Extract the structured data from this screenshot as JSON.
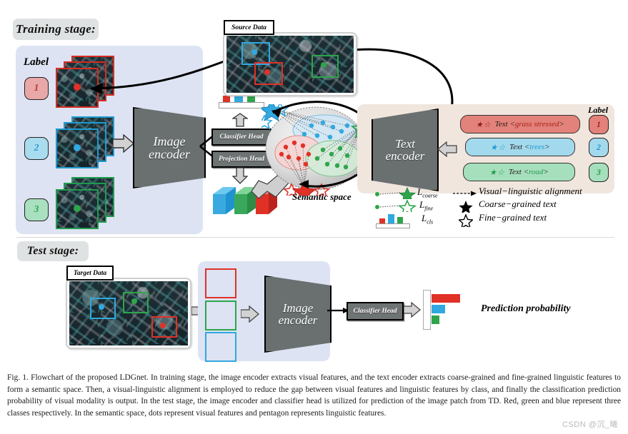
{
  "figure": {
    "training_stage_label": "Training stage:",
    "test_stage_label": "Test stage:",
    "source_data_label": "Source Data",
    "target_data_label": "Target Data",
    "semantic_space_label": "Semantic space",
    "prediction_probability_label": "Prediction probability"
  },
  "encoders": {
    "image_encoder_line1": "Image",
    "image_encoder_line2": "encoder",
    "text_encoder_line1": "Text",
    "text_encoder_line2": "encoder",
    "image_encoder_test_line1": "Image",
    "image_encoder_test_line2": "encoder"
  },
  "heads": {
    "classifier_head": "Classifier Head",
    "projection_head": "Projection Head",
    "classifier_head_test": "Classifier Head"
  },
  "labels": {
    "header": "Label",
    "header_right": "Label",
    "items": [
      {
        "value": "1",
        "fill": "#e8a8a8",
        "text_color": "#c23b2e"
      },
      {
        "value": "2",
        "fill": "#a9dcee",
        "text_color": "#2e9fd6"
      },
      {
        "value": "3",
        "fill": "#a9e0bf",
        "text_color": "#2fa85c"
      }
    ]
  },
  "text_prompts": [
    {
      "stars": "★☆",
      "prefix": "Text <",
      "value": "grass stressed",
      "suffix": ">",
      "fill": "#e2827a",
      "accent": "#a8201a",
      "label": "1"
    },
    {
      "stars": "★☆",
      "prefix": "Text <",
      "value": "trees",
      "suffix": ">",
      "fill": "#a3d9ec",
      "accent": "#1f9ad0",
      "label": "2"
    },
    {
      "stars": "★☆",
      "prefix": "Text <",
      "value": "road",
      "suffix": ">",
      "fill": "#a6dfbc",
      "accent": "#1f9b4e",
      "label": "3"
    }
  ],
  "legend": {
    "left_items": [
      {
        "icon": "dot-dashed-filled-star-icon",
        "label": "L",
        "sub": "coarse"
      },
      {
        "icon": "dot-dashed-hollow-star-icon",
        "label": "L",
        "sub": "fine"
      },
      {
        "icon": "bar-chart-icon",
        "label": "L",
        "sub": "cls"
      }
    ],
    "right_items": [
      {
        "icon": "dashed-arrow-icon",
        "label": "Visual−linguistic alignment"
      },
      {
        "icon": "filled-star-icon",
        "label": "Coarse−grained text"
      },
      {
        "icon": "hollow-star-icon",
        "label": "Fine−grained text"
      }
    ]
  },
  "colors": {
    "class_red": "#e03127",
    "class_blue": "#31a8e0",
    "class_green": "#2ea54b",
    "panel_blue": "#dde3f2",
    "panel_beige": "#f0e6de",
    "encoder_gray": "#6a7070",
    "stage_tag_gray": "#dfe2e2"
  },
  "chart_data": {
    "type": "bar",
    "title": "Prediction probability",
    "categories": [
      "class 1 (red)",
      "class 2 (blue)",
      "class 3 (green)"
    ],
    "values": [
      0.62,
      0.27,
      0.13
    ],
    "orientation": "horizontal",
    "colors": [
      "#e03127",
      "#31a8e0",
      "#2ea54b"
    ]
  },
  "cls_mini_chart": {
    "type": "bar",
    "categories": [
      "red",
      "blue",
      "green"
    ],
    "values": [
      0.35,
      1.0,
      0.6
    ],
    "colors": [
      "#e03127",
      "#31a8e0",
      "#2ea54b"
    ]
  },
  "caption": {
    "text": "Fig. 1.   Flowchart of the proposed LDGnet. In training stage, the image encoder extracts visual features, and the text encoder extracts coarse-grained and fine-grained linguistic features to form a semantic space. Then, a visual-linguistic alignment is employed to reduce the gap between visual features and linguistic features by class, and finally the classification prediction probability of visual modality is output. In the test stage, the image encoder and classifier head is utilized for prediction of the image patch from TD. Red, green and blue represent three classes respectively. In the semantic space, dots represent visual features and pentagon represents linguistic features."
  },
  "watermark": {
    "text": "CSDN @沉_曦"
  }
}
